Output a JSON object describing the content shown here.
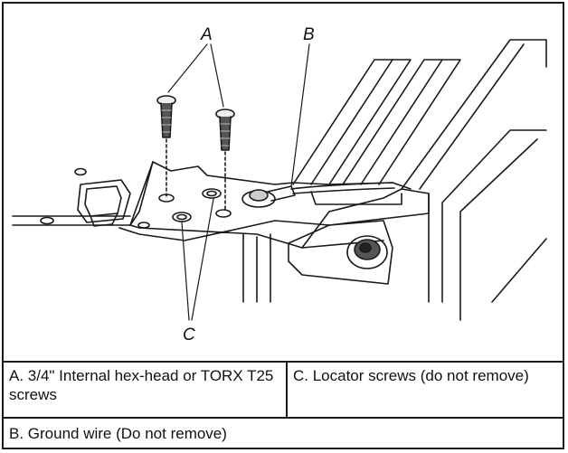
{
  "callouts": {
    "a": "A",
    "b": "B",
    "c": "C"
  },
  "legend": {
    "a": "A. 3/4\" Internal hex-head or TORX T25 screws",
    "c": "C. Locator screws (do not remove)",
    "b": "B. Ground wire (Do not remove)"
  }
}
